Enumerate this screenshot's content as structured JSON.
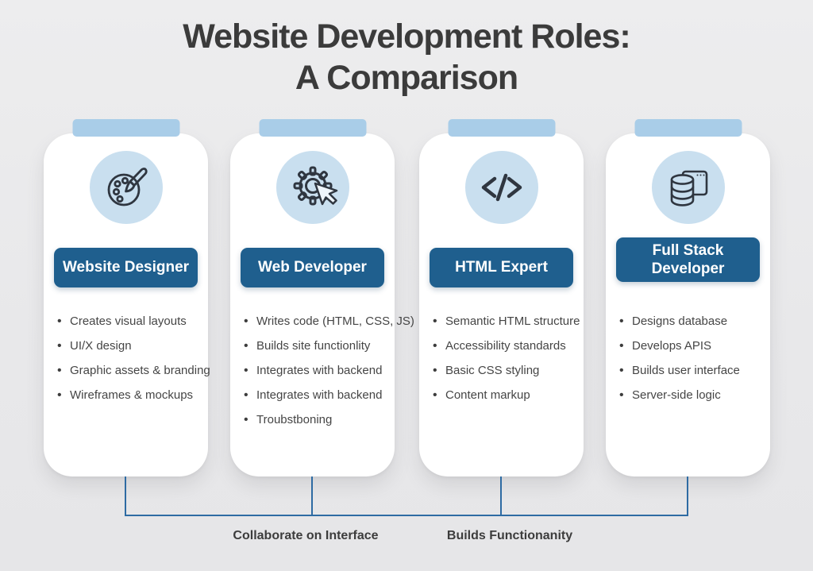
{
  "title": {
    "line1": "Website Development Roles:",
    "line2": "A Comparison"
  },
  "cards": [
    {
      "role": "Website Designer",
      "icon": "palette-icon",
      "bullets": [
        "Creates visual layouts",
        "UI/X design",
        "Graphic assets & branding",
        "Wireframes & mockups"
      ]
    },
    {
      "role": "Web Developer",
      "icon": "gear-cursor-icon",
      "bullets": [
        "Writes code (HTML, CSS, JS)",
        "Builds site functionlity",
        "Integrates with backend",
        "Integrates with backend",
        "Troubstboning"
      ]
    },
    {
      "role": "HTML Expert",
      "icon": "code-icon",
      "bullets": [
        "Semantic HTML structure",
        "Accessibility standards",
        "Basic CSS styling",
        "Content markup"
      ]
    },
    {
      "role": "Full Stack Developer",
      "icon": "database-window-icon",
      "bullets": [
        "Designs database",
        "Develops APIS",
        "Builds user interface",
        "Server-side logic"
      ]
    }
  ],
  "footer": {
    "labels": [
      "Collaborate on Interface",
      "Builds Functionanity"
    ]
  },
  "colors": {
    "background": "#e9e9ea",
    "card": "#ffffff",
    "tab_blue": "#a9cde8",
    "icon_circle_blue": "#c9dfef",
    "badge_blue": "#1f5f8e",
    "badge_text": "#ffffff",
    "title_text": "#3b3b3b",
    "bullet_text": "#454545",
    "connector_blue": "#2e6ba3",
    "footer_label_text": "#3c3c3c"
  }
}
